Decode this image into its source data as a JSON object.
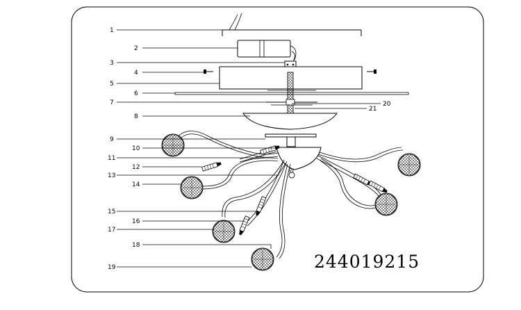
{
  "callouts": [
    "1",
    "2",
    "3",
    "4",
    "5",
    "6",
    "7",
    "8",
    "9",
    "10",
    "11",
    "12",
    "13",
    "14",
    "15",
    "16",
    "17",
    "18",
    "19",
    "20",
    "21"
  ],
  "product_code": "244019215",
  "icons": {
    "shade": "crystal-globe-shade-icon",
    "socket": "lamp-socket-icon",
    "screw": "screw-icon"
  }
}
